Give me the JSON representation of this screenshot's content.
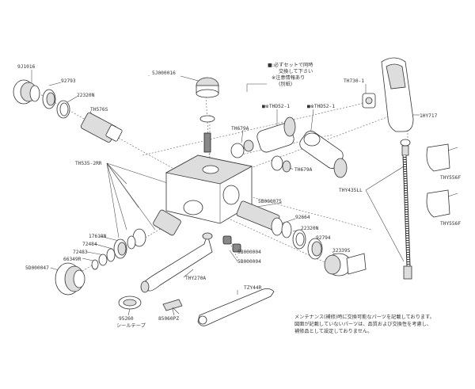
{
  "labels": {
    "p_9j1016": "9J1016",
    "p_92793": "92793",
    "p_22320n_a": "22320N",
    "p_th576s": "TH576S",
    "p_th535_2rr": "TH535-2RR",
    "p_5j000016": "5J000016",
    "p_th679a_a": "TH679A",
    "p_thd52_1_a": "■※THD52-1",
    "p_thd52_1_b": "■※THD52-1",
    "p_th679a_b": "TH679A",
    "p_th730_1": "TH730-1",
    "p_1hy717": "1HY717",
    "p_thy556f_a": "THY556F",
    "p_thy435ll": "THY435LL",
    "p_thy556f_b": "THY556F",
    "p_5b000075": "5B000075",
    "p_92664": "92664",
    "p_22320n_b": "22320N",
    "p_92794": "92794",
    "p_32339s": "32339S",
    "p_5b000004_a": "5B000004",
    "p_5b000004_b": "5B000004",
    "p_17618n": "17618N",
    "p_72484": "72484",
    "p_72483": "72483",
    "p_66349r": "66349R",
    "p_5d000047": "5D000047",
    "p_thy270a": "THY270A",
    "p_tzy44r": "TZY44R",
    "p_95260": "95260",
    "p_seal_tape": "シールテープ",
    "p_85060pz": "85060PZ"
  },
  "top_note": {
    "line1": "■:必ずセットで同時",
    "line2": "交換して下さい",
    "line3": "※注意情報あり",
    "line4": "(別紙)"
  },
  "footer_note": {
    "line1": "メンテナンス(補修)時に交換可能なパーツを記載しております。",
    "line2": "図面が記載していないパーツは、品質および交換性を考慮し、",
    "line3": "補修品として設定しておりません。"
  }
}
